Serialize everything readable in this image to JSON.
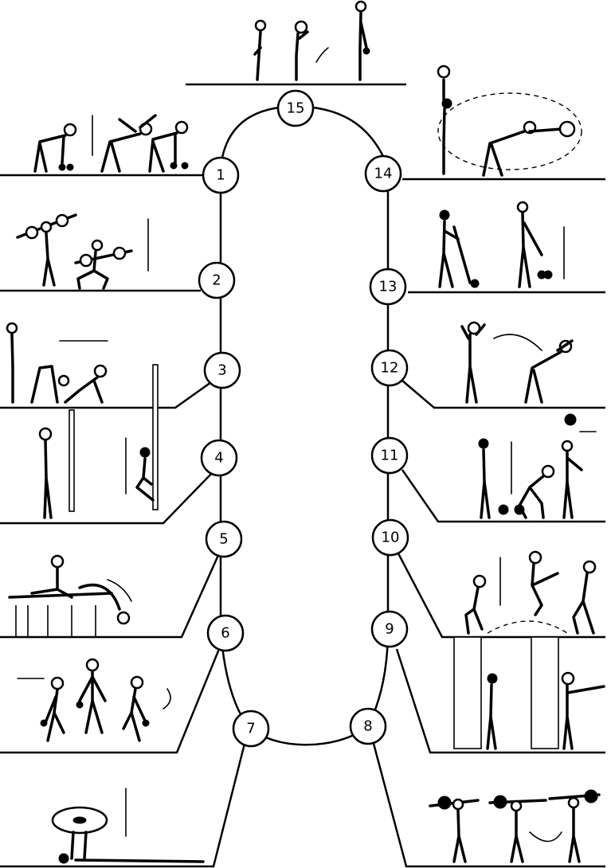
{
  "diagram": {
    "type": "exercise-circuit",
    "nodes": [
      {
        "id": "1",
        "label": "1"
      },
      {
        "id": "2",
        "label": "2"
      },
      {
        "id": "3",
        "label": "3"
      },
      {
        "id": "4",
        "label": "4"
      },
      {
        "id": "5",
        "label": "5"
      },
      {
        "id": "6",
        "label": "6"
      },
      {
        "id": "7",
        "label": "7"
      },
      {
        "id": "8",
        "label": "8"
      },
      {
        "id": "9",
        "label": "9"
      },
      {
        "id": "10",
        "label": "10"
      },
      {
        "id": "11",
        "label": "11"
      },
      {
        "id": "12",
        "label": "12"
      },
      {
        "id": "13",
        "label": "13"
      },
      {
        "id": "14",
        "label": "14"
      },
      {
        "id": "15",
        "label": "15"
      }
    ],
    "edges": [
      [
        "1",
        "2"
      ],
      [
        "2",
        "3"
      ],
      [
        "3",
        "4"
      ],
      [
        "4",
        "5"
      ],
      [
        "5",
        "6"
      ],
      [
        "6",
        "7"
      ],
      [
        "7",
        "8"
      ],
      [
        "8",
        "9"
      ],
      [
        "9",
        "10"
      ],
      [
        "10",
        "11"
      ],
      [
        "11",
        "12"
      ],
      [
        "12",
        "13"
      ],
      [
        "13",
        "14"
      ],
      [
        "14",
        "15"
      ],
      [
        "15",
        "1"
      ]
    ],
    "stations": [
      {
        "node": "1",
        "icon": "bent-over-dumbbell-figures-icon"
      },
      {
        "node": "2",
        "icon": "barbell-squat-figures-icon"
      },
      {
        "node": "3",
        "icon": "sit-up-figures-icon"
      },
      {
        "node": "4",
        "icon": "rope-climb-figures-icon"
      },
      {
        "node": "5",
        "icon": "parallel-bars-figure-icon"
      },
      {
        "node": "6",
        "icon": "dumbbell-jump-figures-icon"
      },
      {
        "node": "7",
        "icon": "lying-plate-press-figure-icon"
      },
      {
        "node": "8",
        "icon": "barbell-behind-neck-figures-icon"
      },
      {
        "node": "9",
        "icon": "wall-bars-figures-icon"
      },
      {
        "node": "10",
        "icon": "jump-squat-figures-icon"
      },
      {
        "node": "11",
        "icon": "kettlebell-lift-figures-icon"
      },
      {
        "node": "12",
        "icon": "torso-bend-figures-icon"
      },
      {
        "node": "13",
        "icon": "bar-pull-figures-icon"
      },
      {
        "node": "14",
        "icon": "plate-rotation-figures-icon"
      },
      {
        "node": "15",
        "icon": "standing-stretch-figures-icon"
      }
    ],
    "colors": {
      "ink": "#000000",
      "paper": "#ffffff"
    }
  }
}
